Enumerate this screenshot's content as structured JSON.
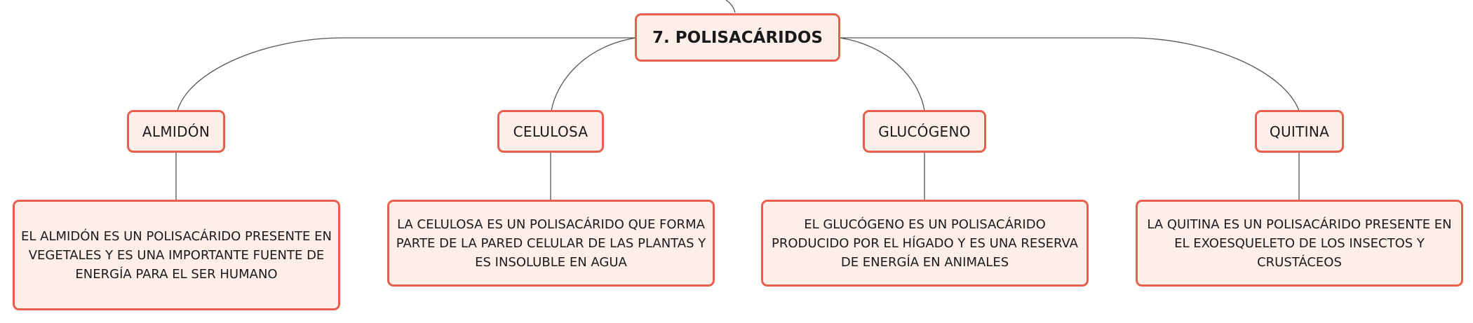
{
  "root": {
    "label": "7. POLISACÁRIDOS"
  },
  "branches": [
    {
      "label": "ALMIDÓN",
      "description": "EL ALMIDÓN ES UN POLISACÁRIDO PRESENTE EN VEGETALES Y ES UNA IMPORTANTE FUENTE DE ENERGÍA PARA EL SER HUMANO"
    },
    {
      "label": "CELULOSA",
      "description": "LA CELULOSA ES UN POLISACÁRIDO QUE FORMA PARTE DE LA PARED CELULAR DE LAS PLANTAS Y ES INSOLUBLE EN AGUA"
    },
    {
      "label": "GLUCÓGENO",
      "description": "EL GLUCÓGENO ES UN POLISACÁRIDO PRODUCIDO POR EL HÍGADO Y ES UNA RESERVA DE ENERGÍA EN ANIMALES"
    },
    {
      "label": "QUITINA",
      "description": "LA QUITINA ES UN POLISACÁRIDO PRESENTE EN EL EXOESQUELETO DE LOS INSECTOS Y CRUSTÁCEOS"
    }
  ],
  "colors": {
    "node_fill": "#fdeeea",
    "node_border": "#e8604c",
    "connector": "#555555"
  }
}
